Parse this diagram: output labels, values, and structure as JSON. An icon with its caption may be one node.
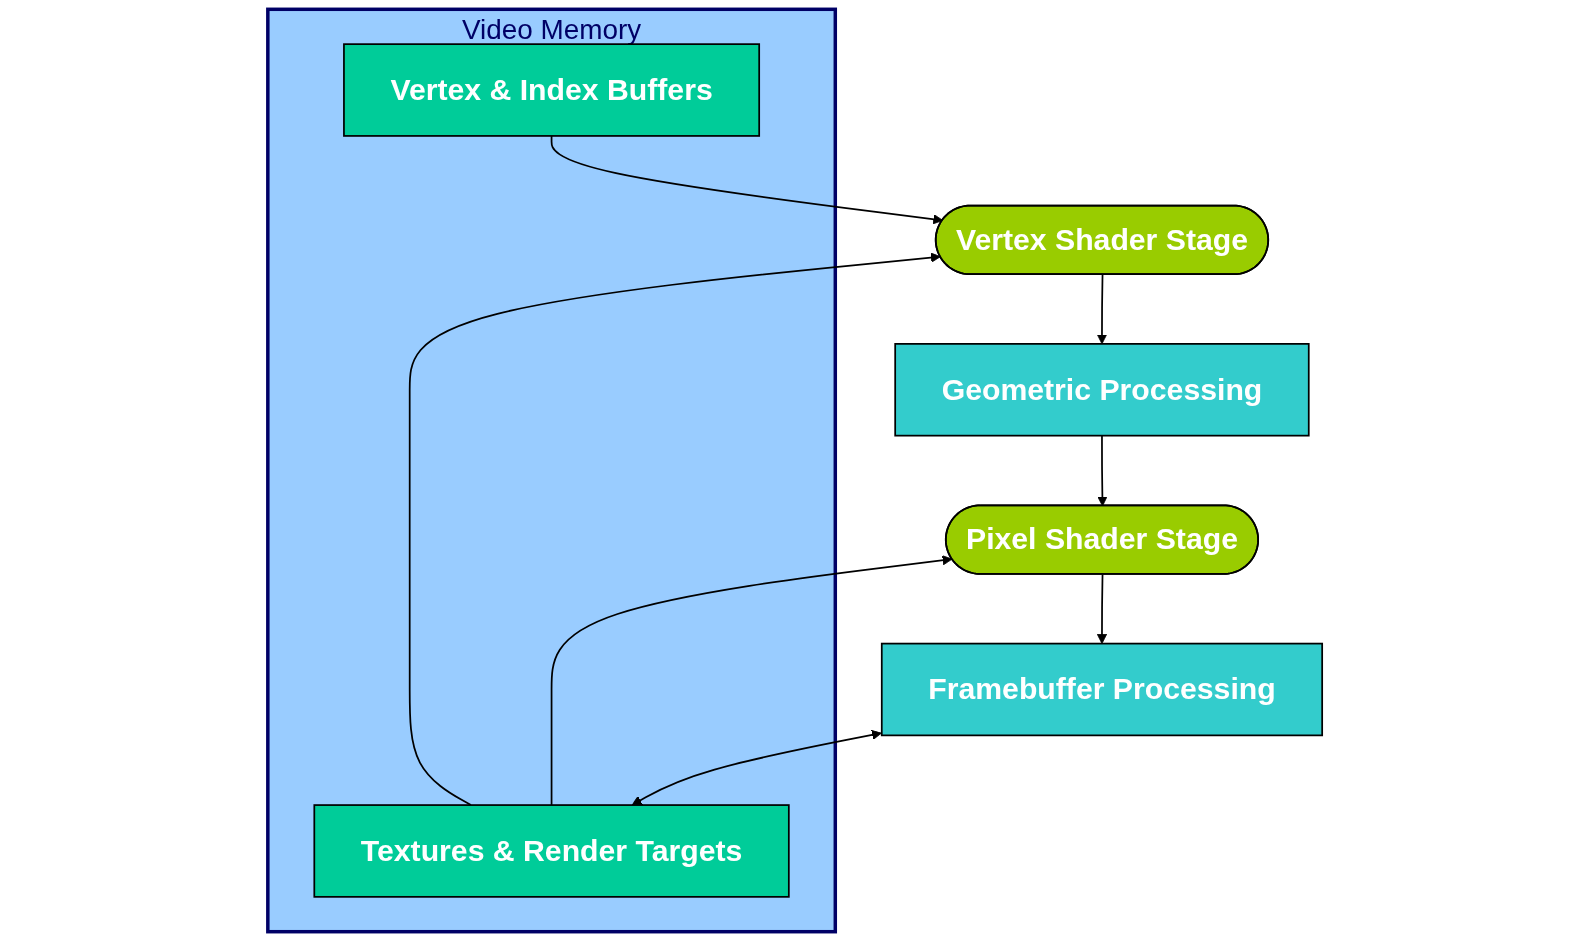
{
  "diagram": {
    "nodes": [
      {
        "text": [
          "Vertex Shader Stage"
        ]
      },
      {
        "text": [
          "Geometric Processing"
        ]
      },
      {
        "text": [
          "Pixel Shader Stage"
        ]
      },
      {
        "text": [
          "Framebuffer Processing"
        ]
      },
      {
        "text": [
          "Video Memory"
        ]
      },
      {
        "text": [
          "Vertex & Index Buffers"
        ],
        "in": 4
      },
      {
        "text": [
          "Textures & Render Targets"
        ],
        "in": 4
      }
    ],
    "edges": [
      {
        "from": 0,
        "to": 1,
        "arrow": "to"
      },
      {
        "from": 1,
        "to": 2,
        "arrow": "to"
      },
      {
        "from": 2,
        "to": 3,
        "arrow": "to"
      },
      {
        "from": 5,
        "to": 0,
        "arrow": "to"
      },
      {
        "from": 6,
        "to": 0,
        "arrow": "to"
      },
      {
        "from": 6,
        "to": 2,
        "arrow": "to"
      },
      {
        "from": 3,
        "to": 6,
        "arrow": "both"
      }
    ]
  }
}
